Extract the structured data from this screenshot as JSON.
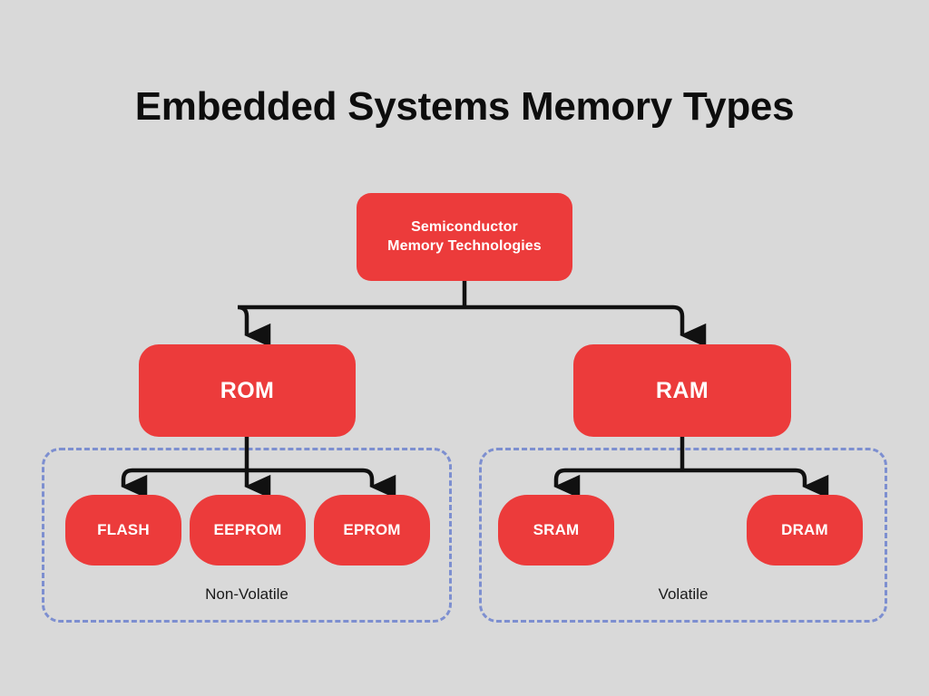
{
  "title": "Embedded Systems Memory Types",
  "colors": {
    "background": "#d9d9d9",
    "node_fill": "#ec3b3b",
    "node_text": "#ffffff",
    "connector": "#111111",
    "group_border": "#7d8fd0",
    "title_text": "#0d0d0d"
  },
  "nodes": {
    "root": {
      "line1": "Semiconductor",
      "line2": "Memory Technologies"
    },
    "rom": {
      "label": "ROM"
    },
    "ram": {
      "label": "RAM"
    },
    "flash": {
      "label": "FLASH"
    },
    "eeprom": {
      "label": "EEPROM"
    },
    "eprom": {
      "label": "EPROM"
    },
    "sram": {
      "label": "SRAM"
    },
    "dram": {
      "label": "DRAM"
    }
  },
  "groups": {
    "non_volatile": {
      "label": "Non-Volatile"
    },
    "volatile": {
      "label": "Volatile"
    }
  },
  "chart_data": {
    "type": "tree-diagram",
    "title": "Embedded Systems Memory Types",
    "root": "Semiconductor Memory Technologies",
    "edges": [
      {
        "from": "Semiconductor Memory Technologies",
        "to": "ROM"
      },
      {
        "from": "Semiconductor Memory Technologies",
        "to": "RAM"
      },
      {
        "from": "ROM",
        "to": "FLASH"
      },
      {
        "from": "ROM",
        "to": "EEPROM"
      },
      {
        "from": "ROM",
        "to": "EPROM"
      },
      {
        "from": "RAM",
        "to": "SRAM"
      },
      {
        "from": "RAM",
        "to": "DRAM"
      }
    ],
    "groupings": [
      {
        "label": "Non-Volatile",
        "members": [
          "FLASH",
          "EEPROM",
          "EPROM"
        ]
      },
      {
        "label": "Volatile",
        "members": [
          "SRAM",
          "DRAM"
        ]
      }
    ]
  }
}
